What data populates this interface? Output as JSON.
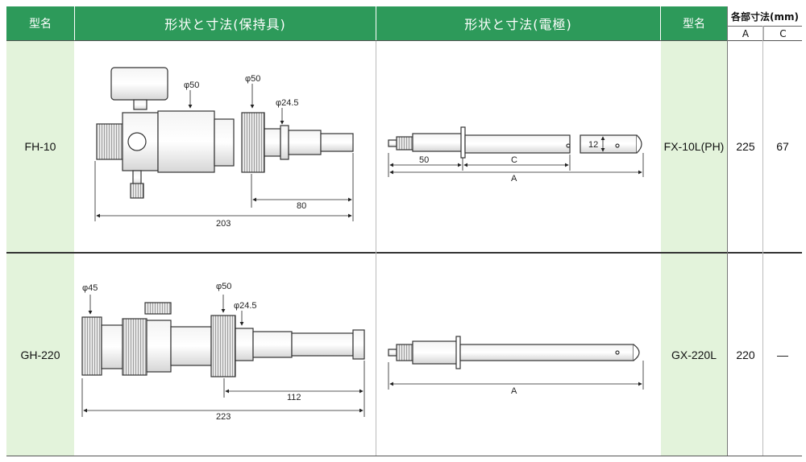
{
  "header": {
    "model_label_left": "型名",
    "holder_title": "形状と寸法(保持具)",
    "electrode_title": "形状と寸法(電極)",
    "model_label_right": "型名",
    "dims_title": "各部寸法(mm)",
    "col_a": "A",
    "col_c": "C"
  },
  "rows": [
    {
      "holder_model": "FH-10",
      "electrode_model": "FX-10L(PH)",
      "dim_a": "225",
      "dim_c": "67",
      "holder_labels": {
        "d1": "φ50",
        "d2": "φ50",
        "d3": "φ24.5",
        "len_inner": "80",
        "len_total": "203"
      },
      "electrode_labels": {
        "d1": "12",
        "l1": "50",
        "l2": "C",
        "la": "A"
      }
    },
    {
      "holder_model": "GH-220",
      "electrode_model": "GX-220L",
      "dim_a": "220",
      "dim_c": "—",
      "holder_labels": {
        "d1": "φ45",
        "d2": "φ50",
        "d3": "φ24.5",
        "len_inner": "112",
        "len_total": "223"
      },
      "electrode_labels": {
        "la": "A"
      }
    }
  ],
  "colors": {
    "header_green": "#2d9a5a",
    "cell_green": "#e3f3db"
  }
}
